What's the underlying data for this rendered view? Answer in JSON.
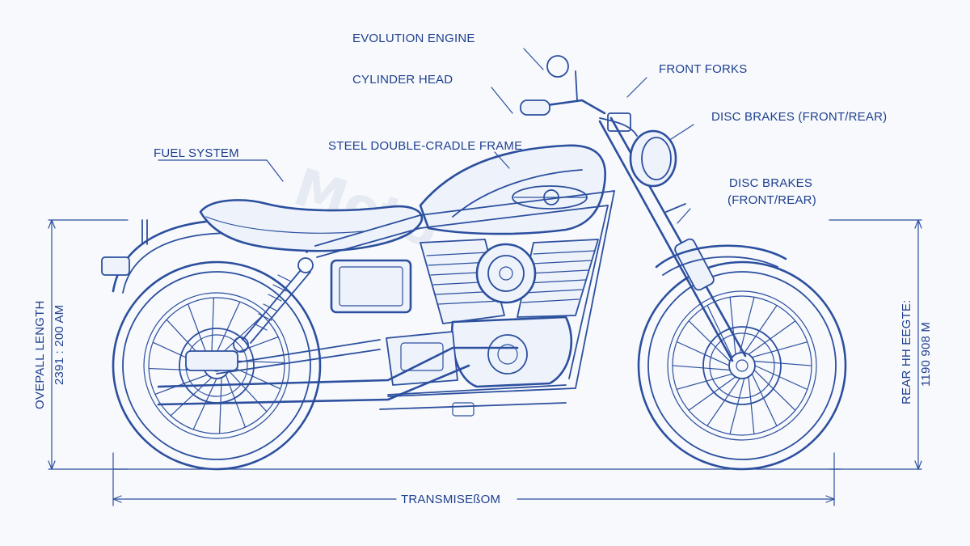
{
  "labels": {
    "evolution_engine": "EVOLUTION ENGINE",
    "cylinder_head": "CYLINDER HEAD",
    "front_forks": "FRONT FORKS",
    "disc_brakes_top": "DISC BRAKES (FRONT/REAR)",
    "fuel_system": "FUEL SYSTEM",
    "steel_frame": "STEEL DOUBLE-CRADLE FRAME",
    "disc_brakes_mid_1": "DISC BRAKES",
    "disc_brakes_mid_2": "(FRONT/REAR)",
    "transmission": "TRANSMISEßOM"
  },
  "dimensions": {
    "left_1": "OVEPALL LENGTH",
    "left_2": "2391 : 200 AM",
    "right_1": "REAR HH EEGTE:",
    "right_2": "1190 908 M"
  },
  "watermark": "Moto",
  "colors": {
    "ink": "#2c4f9e",
    "text": "#1f3f8f",
    "paper": "#f7f9fc"
  }
}
